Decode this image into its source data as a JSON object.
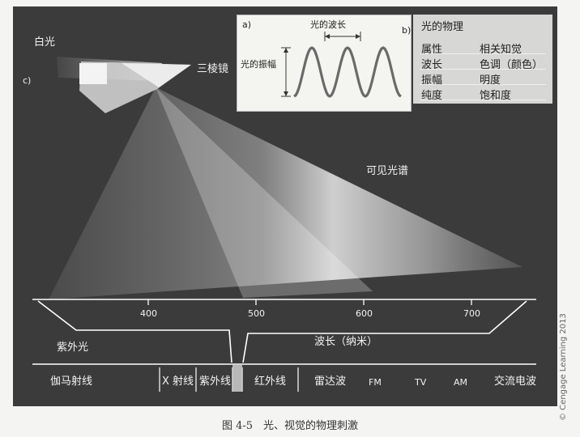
{
  "labels": {
    "white_light": "白光",
    "part_c": "c)",
    "prism": "三棱镜",
    "visible_spectrum": "可见光谱",
    "uv_light": "紫外光",
    "wavelength_nm": "波长（纳米）"
  },
  "scale_ticks": [
    "400",
    "500",
    "600",
    "700"
  ],
  "spectrum_bands": [
    "伽马射线",
    "X 射线",
    "紫外线",
    "红外线",
    "雷达波",
    "FM",
    "TV",
    "AM",
    "交流电波"
  ],
  "inset_a": {
    "tag": "a)",
    "wavelength_label": "光的波长",
    "amplitude_label": "光的振幅"
  },
  "inset_b": {
    "tag": "b)",
    "title": "光的物理",
    "rows": [
      {
        "property": "属性",
        "perception": "相关知觉"
      },
      {
        "property": "波长",
        "perception": "色调（颜色）"
      },
      {
        "property": "振幅",
        "perception": "明度"
      },
      {
        "property": "纯度",
        "perception": "饱和度"
      }
    ]
  },
  "copyright": "© Cengage Learning 2013",
  "caption": "图 4-5　光、视觉的物理刺激"
}
